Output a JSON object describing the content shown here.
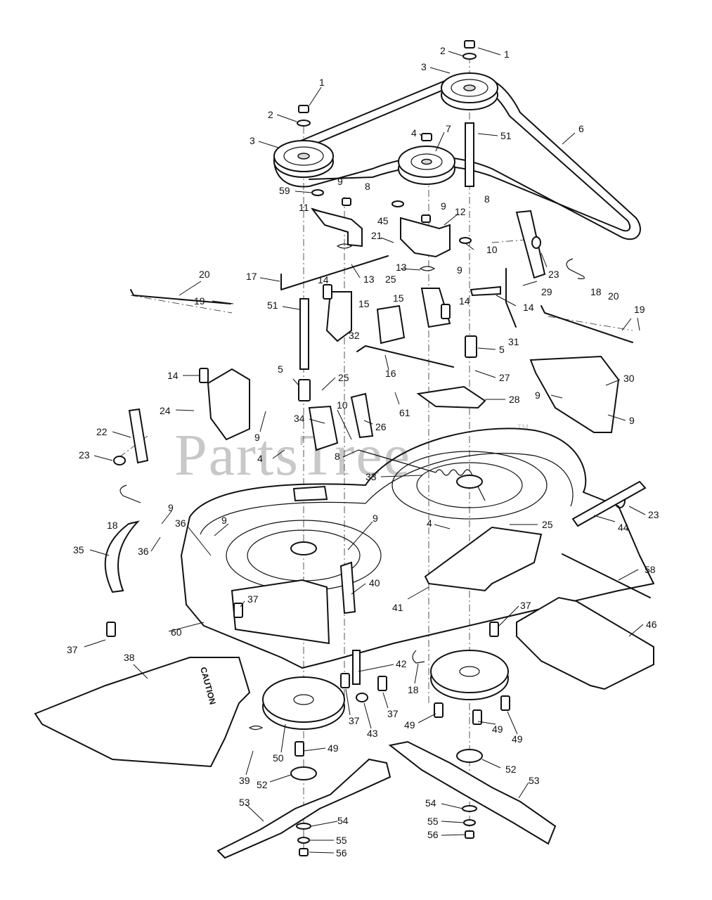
{
  "watermark": {
    "text": "PartsTree",
    "trademark": "TM"
  },
  "labels": {
    "caution": "CAUTION"
  },
  "callouts": [
    {
      "n": "1"
    },
    {
      "n": "2"
    },
    {
      "n": "3"
    },
    {
      "n": "1"
    },
    {
      "n": "2"
    },
    {
      "n": "3"
    },
    {
      "n": "4"
    },
    {
      "n": "7"
    },
    {
      "n": "51"
    },
    {
      "n": "6"
    },
    {
      "n": "59"
    },
    {
      "n": "9"
    },
    {
      "n": "8"
    },
    {
      "n": "45"
    },
    {
      "n": "9"
    },
    {
      "n": "12"
    },
    {
      "n": "8"
    },
    {
      "n": "11"
    },
    {
      "n": "21"
    },
    {
      "n": "10"
    },
    {
      "n": "23"
    },
    {
      "n": "29"
    },
    {
      "n": "18"
    },
    {
      "n": "17"
    },
    {
      "n": "13"
    },
    {
      "n": "13"
    },
    {
      "n": "9"
    },
    {
      "n": "14"
    },
    {
      "n": "25"
    },
    {
      "n": "15"
    },
    {
      "n": "14"
    },
    {
      "n": "14"
    },
    {
      "n": "20"
    },
    {
      "n": "19"
    },
    {
      "n": "15"
    },
    {
      "n": "32"
    },
    {
      "n": "51"
    },
    {
      "n": "5"
    },
    {
      "n": "31"
    },
    {
      "n": "20"
    },
    {
      "n": "19"
    },
    {
      "n": "16"
    },
    {
      "n": "27"
    },
    {
      "n": "14"
    },
    {
      "n": "5"
    },
    {
      "n": "25"
    },
    {
      "n": "61"
    },
    {
      "n": "28"
    },
    {
      "n": "30"
    },
    {
      "n": "24"
    },
    {
      "n": "9"
    },
    {
      "n": "9"
    },
    {
      "n": "34"
    },
    {
      "n": "10"
    },
    {
      "n": "26"
    },
    {
      "n": "22"
    },
    {
      "n": "9"
    },
    {
      "n": "23"
    },
    {
      "n": "4"
    },
    {
      "n": "8"
    },
    {
      "n": "33"
    },
    {
      "n": "18"
    },
    {
      "n": "23"
    },
    {
      "n": "9"
    },
    {
      "n": "36"
    },
    {
      "n": "9"
    },
    {
      "n": "9"
    },
    {
      "n": "4"
    },
    {
      "n": "25"
    },
    {
      "n": "44"
    },
    {
      "n": "35"
    },
    {
      "n": "36"
    },
    {
      "n": "58"
    },
    {
      "n": "40"
    },
    {
      "n": "37"
    },
    {
      "n": "41"
    },
    {
      "n": "60"
    },
    {
      "n": "37"
    },
    {
      "n": "37"
    },
    {
      "n": "46"
    },
    {
      "n": "38"
    },
    {
      "n": "42"
    },
    {
      "n": "18"
    },
    {
      "n": "37"
    },
    {
      "n": "37"
    },
    {
      "n": "43"
    },
    {
      "n": "49"
    },
    {
      "n": "49"
    },
    {
      "n": "49"
    },
    {
      "n": "49"
    },
    {
      "n": "50"
    },
    {
      "n": "39"
    },
    {
      "n": "52"
    },
    {
      "n": "52"
    },
    {
      "n": "53"
    },
    {
      "n": "53"
    },
    {
      "n": "54"
    },
    {
      "n": "54"
    },
    {
      "n": "55"
    },
    {
      "n": "55"
    },
    {
      "n": "56"
    },
    {
      "n": "56"
    }
  ]
}
